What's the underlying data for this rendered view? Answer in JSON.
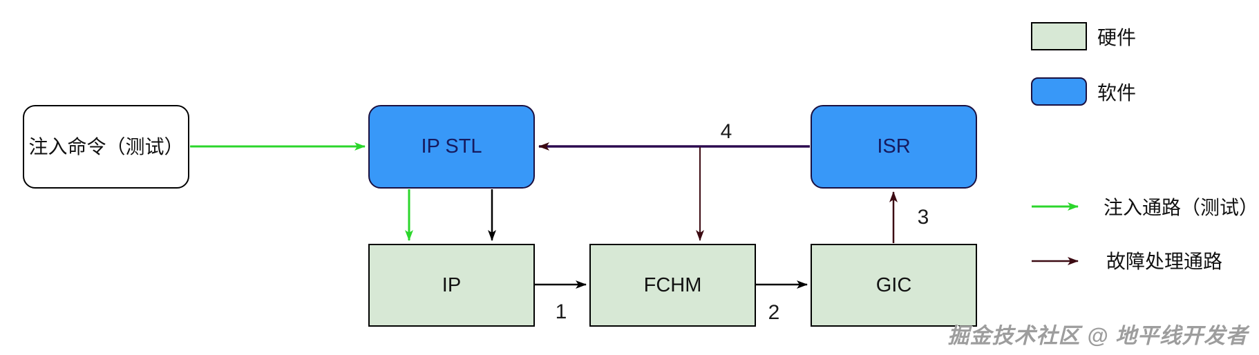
{
  "colors": {
    "hardware-fill": "#d7e8d5",
    "software-fill": "#3898f8",
    "inject-green": "#2bd62b",
    "fault-maroon": "#3c0a12",
    "return-purple": "#2b0a4f",
    "node-border-dark": "#1a1040",
    "text-navy": "#161a5e"
  },
  "nodes": {
    "inject_cmd": {
      "label": "注入命令（测试）"
    },
    "ip_stl": {
      "label": "IP STL"
    },
    "isr": {
      "label": "ISR"
    },
    "ip": {
      "label": "IP"
    },
    "fchm": {
      "label": "FCHM"
    },
    "gic": {
      "label": "GIC"
    }
  },
  "edge_labels": {
    "step1": "1",
    "step2": "2",
    "step3": "3",
    "step4": "4"
  },
  "legend": {
    "hardware": "硬件",
    "software": "软件",
    "inject_path": "注入通路（测试）",
    "fault_path": "故障处理通路"
  },
  "watermark": "掘金技术社区 @ 地平线开发者"
}
